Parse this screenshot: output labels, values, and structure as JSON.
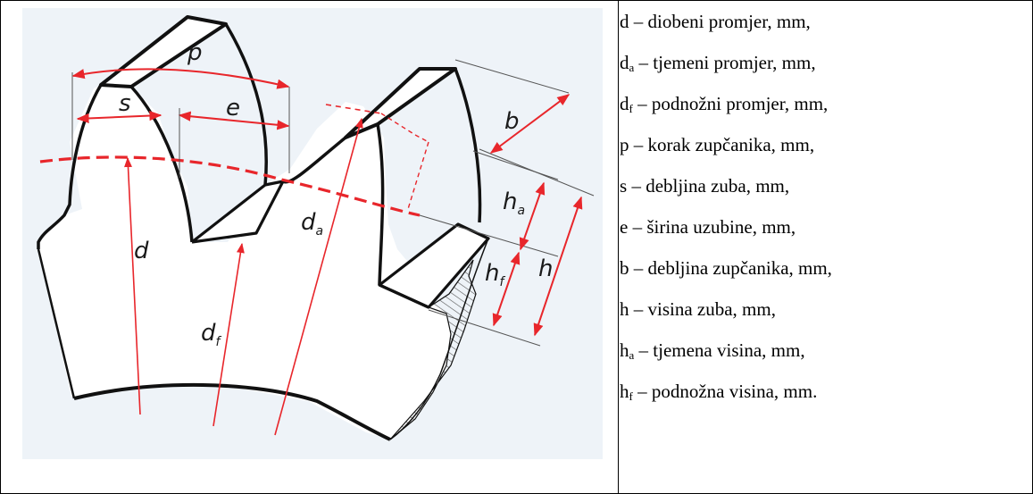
{
  "diagram": {
    "labels": {
      "p": "p",
      "s": "s",
      "e": "e",
      "b": "b",
      "d": "d",
      "da_base": "d",
      "da_sub": "a",
      "df_base": "d",
      "df_sub": "f",
      "ha_base": "h",
      "ha_sub": "a",
      "hf_base": "h",
      "hf_sub": "f",
      "h": "h"
    },
    "colors": {
      "background": "#eef3f8",
      "outline": "#111111",
      "dimension": "#e8262b",
      "hatch": "#555555"
    }
  },
  "legend": [
    {
      "base": "d",
      "sub": "",
      "text": " – diobeni promjer, mm,"
    },
    {
      "base": "d",
      "sub": "a",
      "text": " – tjemeni promjer, mm,"
    },
    {
      "base": "d",
      "sub": "f",
      "text": " – podnožni promjer, mm,"
    },
    {
      "base": "p",
      "sub": "",
      "text": " – korak zupčanika, mm,"
    },
    {
      "base": "s",
      "sub": "",
      "text": " – debljina zuba, mm,"
    },
    {
      "base": "e",
      "sub": "",
      "text": " – širina uzubine, mm,"
    },
    {
      "base": "b",
      "sub": "",
      "text": " – debljina zupčanika, mm,"
    },
    {
      "base": "h",
      "sub": "",
      "text": " – visina zuba, mm,"
    },
    {
      "base": "h",
      "sub": "a",
      "text": " – tjemena visina, mm,"
    },
    {
      "base": "h",
      "sub": "f",
      "text": " – podnožna visina, mm."
    }
  ]
}
